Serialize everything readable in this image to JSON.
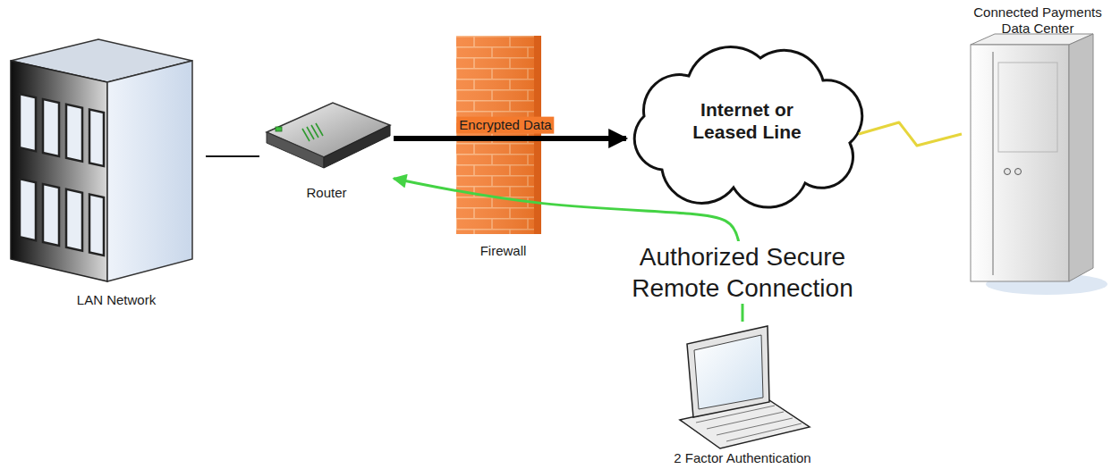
{
  "diagram": {
    "nodes": [
      {
        "text": [
          "LAN Network"
        ]
      },
      {
        "text": [
          "Router"
        ]
      },
      {
        "text": [
          "Firewall"
        ]
      },
      {
        "text": [
          "Internet or Leased Line"
        ]
      },
      {
        "text": [
          "Connected Payments Data Center"
        ]
      },
      {
        "text": [
          "2 Factor Authentication"
        ]
      }
    ],
    "edges": [
      {
        "from": 0,
        "to": 1,
        "arrow": "none"
      },
      {
        "from": 1,
        "to": 3,
        "arrow": "to",
        "label": "Encrypted Data"
      },
      {
        "from": 3,
        "to": 4,
        "arrow": "none"
      },
      {
        "from": 5,
        "to": 1,
        "arrow": "to",
        "label": "Authorized Secure Remote Connection"
      }
    ]
  }
}
